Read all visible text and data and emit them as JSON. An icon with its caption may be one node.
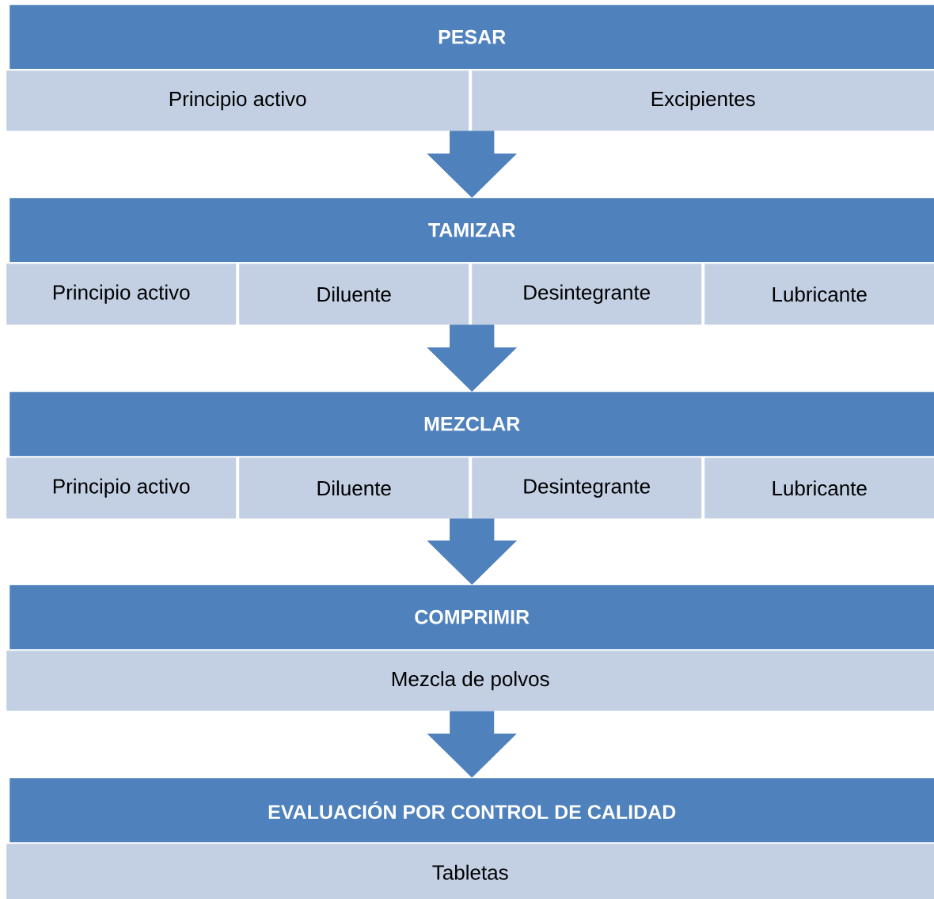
{
  "diagram": {
    "nodes": [
      {
        "text": [
          "PESAR"
        ]
      },
      {
        "text": [
          "Principio activo"
        ]
      },
      {
        "text": [
          "Excipientes"
        ]
      },
      {
        "text": [
          "TAMIZAR"
        ]
      },
      {
        "text": [
          "Principio activo"
        ]
      },
      {
        "text": [
          "Diluente"
        ]
      },
      {
        "text": [
          "Desintegrante"
        ]
      },
      {
        "text": [
          "Lubricante"
        ]
      },
      {
        "text": [
          "MEZCLAR"
        ]
      },
      {
        "text": [
          "Principio activo"
        ]
      },
      {
        "text": [
          "Diluente"
        ]
      },
      {
        "text": [
          "Desintegrante"
        ]
      },
      {
        "text": [
          "Lubricante"
        ]
      },
      {
        "text": [
          "COMPRIMIR"
        ]
      },
      {
        "text": [
          "Mezcla de polvos"
        ]
      },
      {
        "text": [
          "EVALUACIÓN POR CONTROL DE CALIDAD"
        ]
      },
      {
        "text": [
          "Tabletas"
        ]
      }
    ],
    "edges": [
      {
        "from": 1,
        "to": 3,
        "arrow": "to"
      },
      {
        "from": 2,
        "to": 3,
        "arrow": "to"
      },
      {
        "from": 5,
        "to": 8,
        "arrow": "to"
      },
      {
        "from": 6,
        "to": 8,
        "arrow": "to"
      },
      {
        "from": 10,
        "to": 13,
        "arrow": "to"
      },
      {
        "from": 11,
        "to": 13,
        "arrow": "to"
      },
      {
        "from": 14,
        "to": 15,
        "arrow": "to"
      }
    ]
  }
}
